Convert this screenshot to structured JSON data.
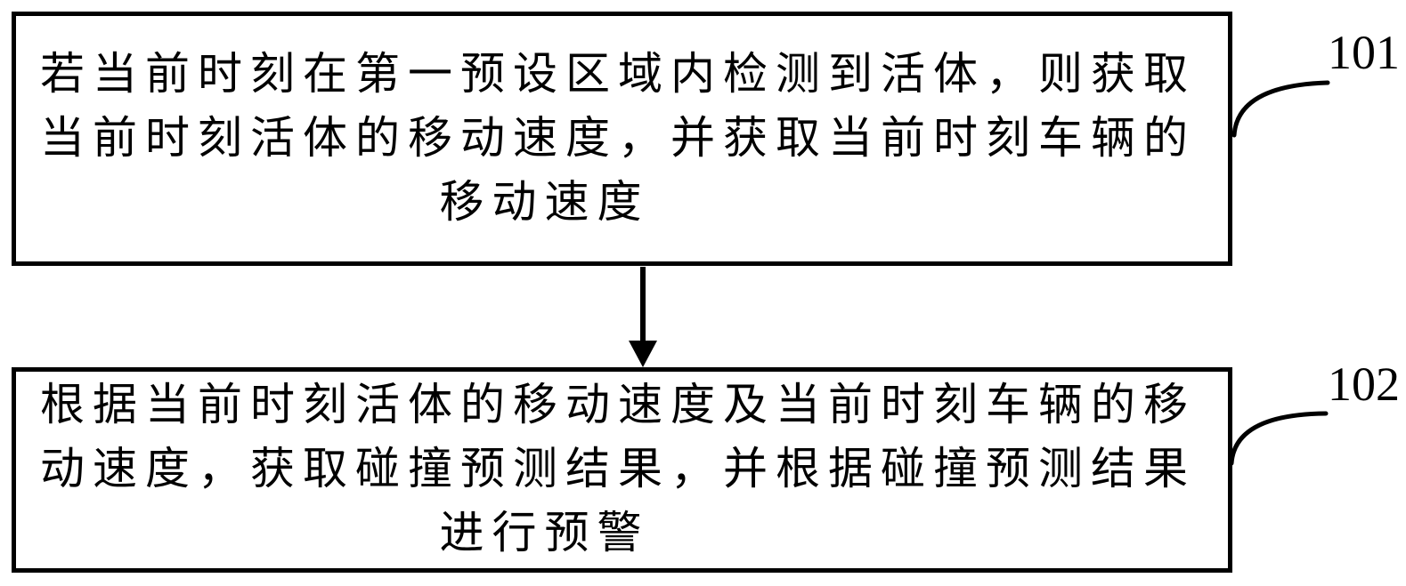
{
  "figure": {
    "background_color": "#ffffff",
    "ink_color": "#000000",
    "type": "flowchart",
    "steps": [
      {
        "ref": "101",
        "lines": [
          "若当前时刻在第一预设区域内检测到活体，则获取",
          "当前时刻活体的移动速度，并获取当前时刻车辆的",
          "移动速度"
        ]
      },
      {
        "ref": "102",
        "lines": [
          "根据当前时刻活体的移动速度及当前时刻车辆的移",
          "动速度，获取碰撞预测结果，并根据碰撞预测结果",
          "进行预警"
        ]
      }
    ],
    "connector": {
      "type": "arrow-down",
      "from_ref": "101",
      "to_ref": "102"
    }
  }
}
